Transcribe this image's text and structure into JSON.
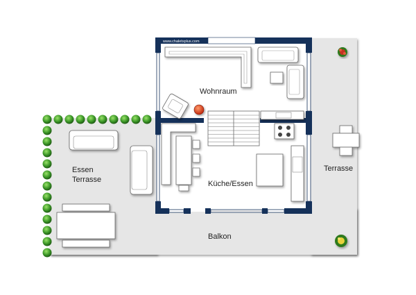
{
  "plan": {
    "watermark": "www.chaletsplus.com",
    "rooms": {
      "wohnraum": "Wohnraum",
      "kueche": "Küche/Essen",
      "essen_terrasse_line1": "Essen",
      "essen_terrasse_line2": "Terrasse",
      "terrasse": "Terrasse",
      "balkon": "Balkon"
    },
    "colors": {
      "wall": "#15315a",
      "floor": "#e5e5e5",
      "interior": "#ffffff",
      "hedge": "#3f9a2a",
      "fireplace": "#d93a1a"
    }
  }
}
